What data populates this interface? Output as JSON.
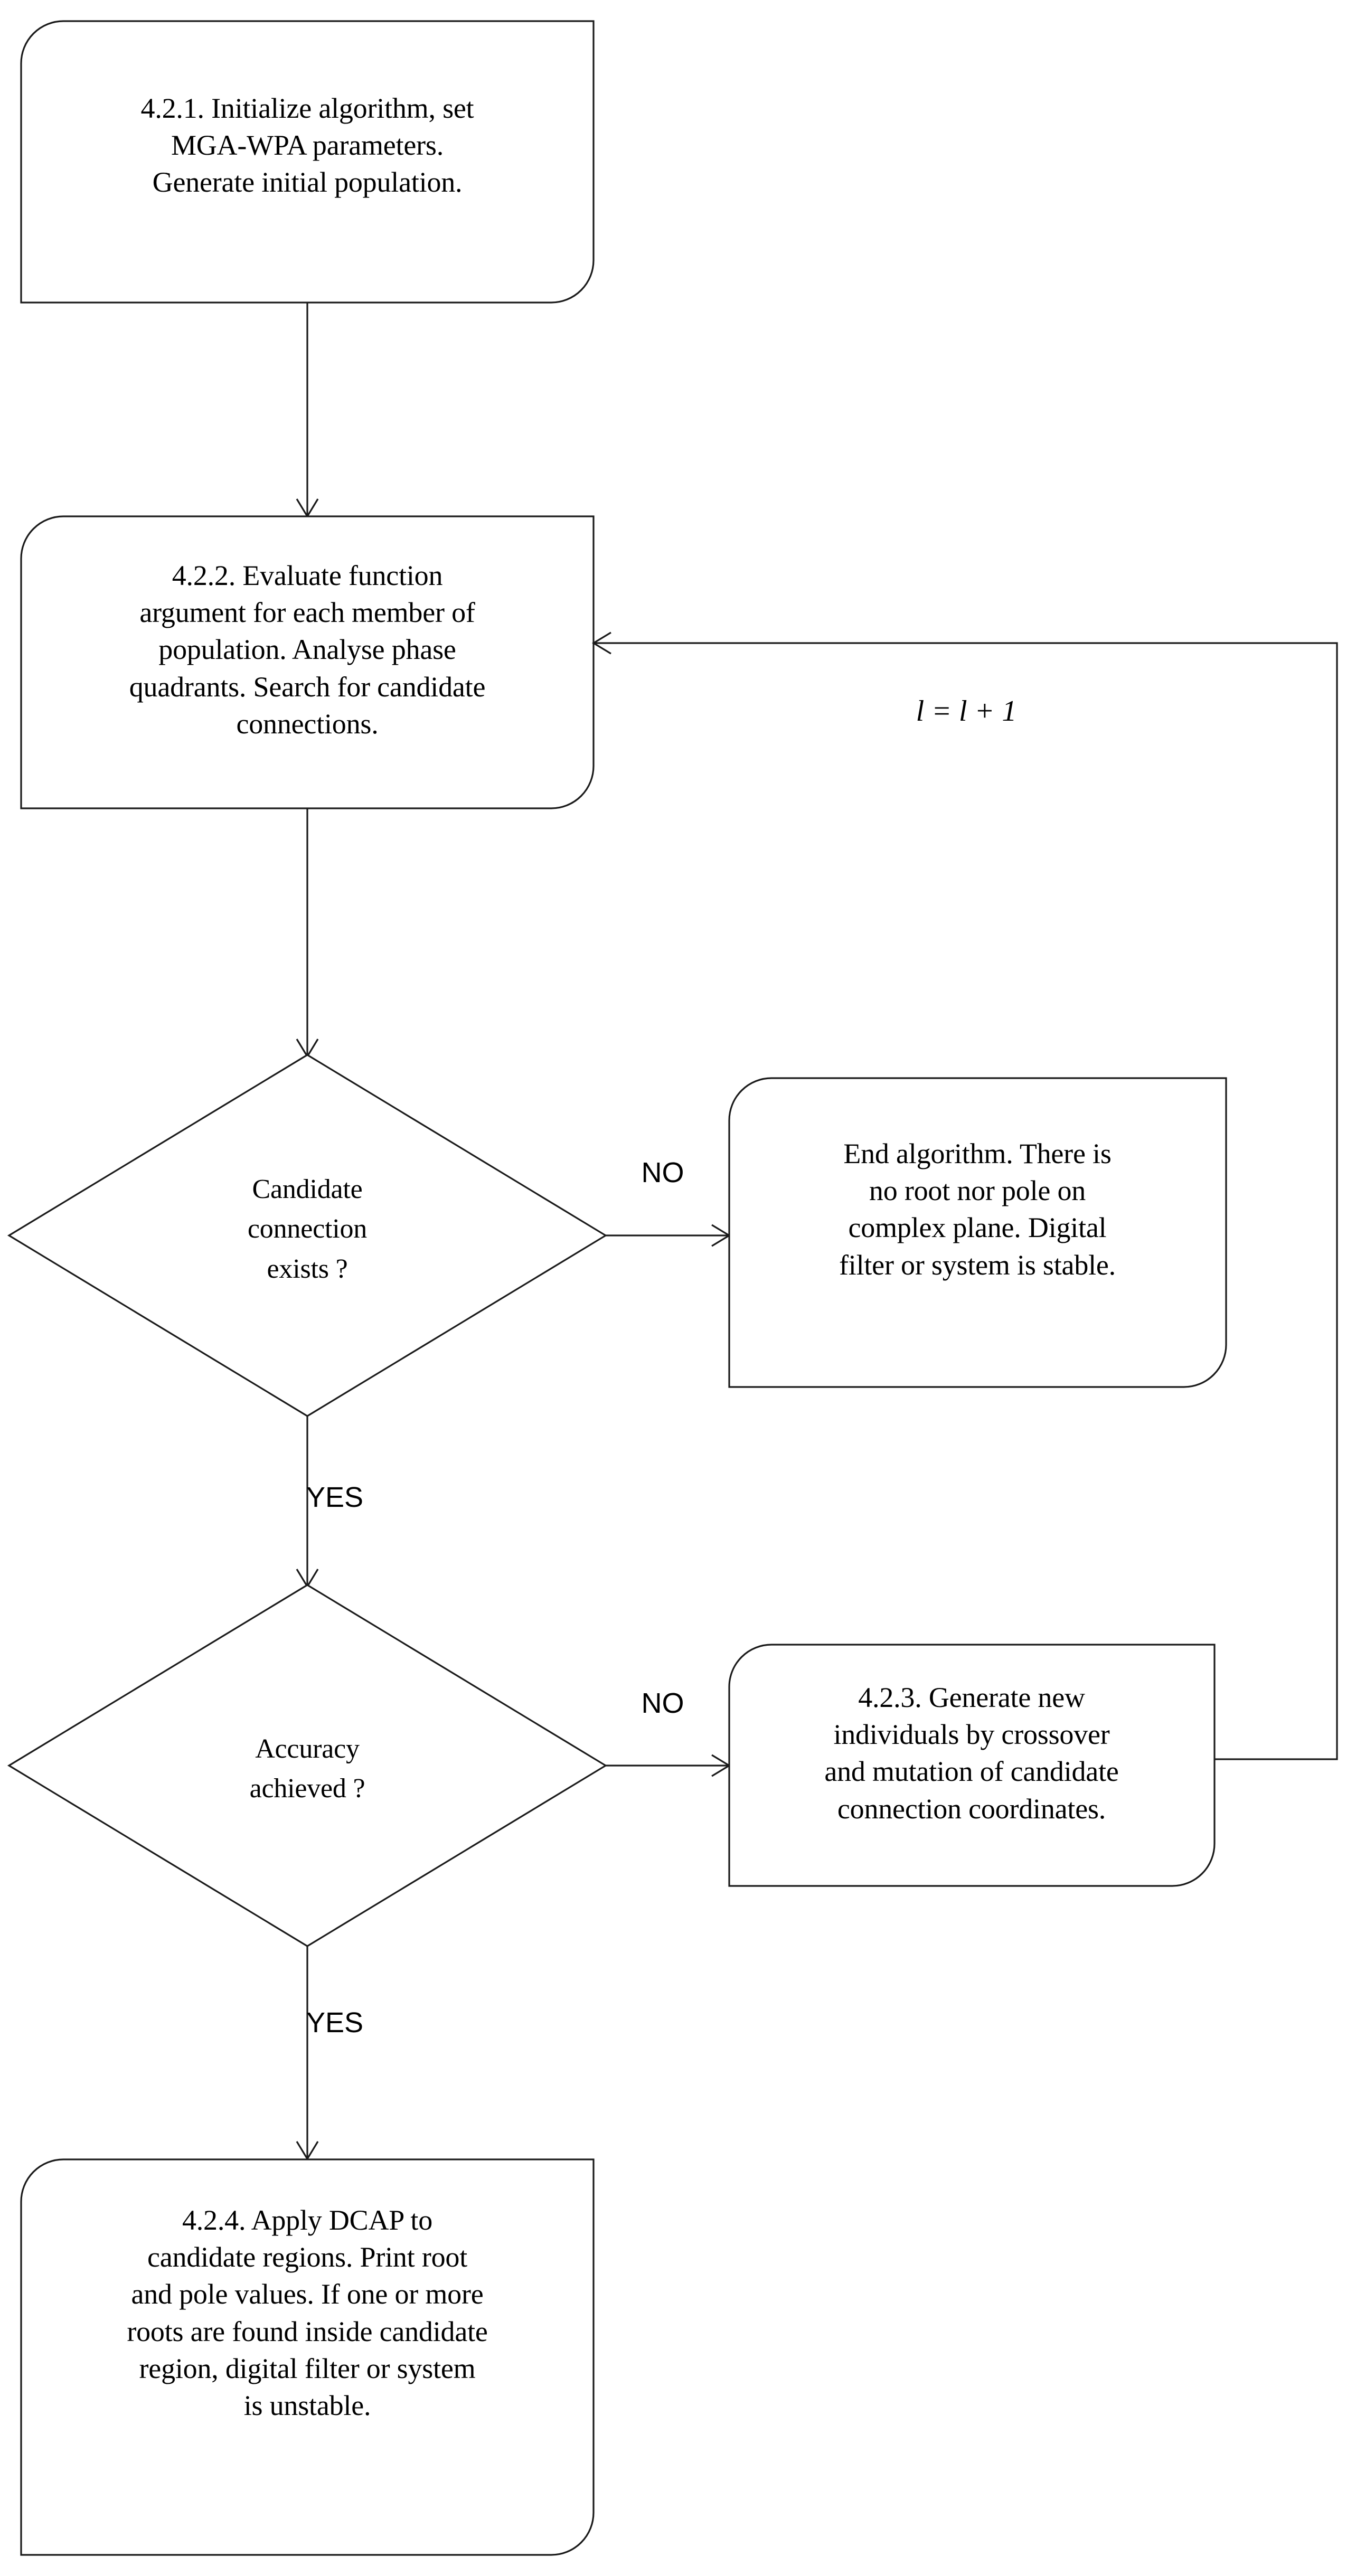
{
  "diagram": {
    "title": "MGA-WPA algorithm flowchart",
    "background_color": "#ffffff",
    "stroke_color": "#1a1a1a",
    "text_color": "#000000",
    "nodes": {
      "init": {
        "id": "4.2.1",
        "shape": "rounded-rectangle",
        "text": "4.2.1. Initialize algorithm, set\nMGA-WPA parameters.\nGenerate initial population."
      },
      "evaluate": {
        "id": "4.2.2",
        "shape": "rounded-rectangle",
        "text": "4.2.2. Evaluate function\nargument for each member of\npopulation. Analyse phase\nquadrants. Search for candidate\nconnections."
      },
      "decision_candidate": {
        "shape": "diamond",
        "text": "Candidate\nconnection\nexists ?"
      },
      "end_stable": {
        "shape": "rounded-rectangle",
        "text": "End algorithm. There is\nno root nor pole on\ncomplex plane. Digital\nfilter or system is stable."
      },
      "decision_accuracy": {
        "shape": "diamond",
        "text": "Accuracy\nachieved ?"
      },
      "generate": {
        "id": "4.2.3",
        "shape": "rounded-rectangle",
        "text": "4.2.3. Generate new\nindividuals by crossover\nand mutation of candidate\nconnection coordinates."
      },
      "apply_dcap": {
        "id": "4.2.4",
        "shape": "rounded-rectangle",
        "text": "4.2.4. Apply DCAP to\ncandidate regions. Print root\nand pole values. If one or more\nroots are found inside candidate\nregion, digital filter or system\nis unstable."
      }
    },
    "edge_labels": {
      "no_candidate": "NO",
      "yes_candidate": "YES",
      "no_accuracy": "NO",
      "yes_accuracy": "YES",
      "loop_increment": "l = l + 1"
    }
  }
}
